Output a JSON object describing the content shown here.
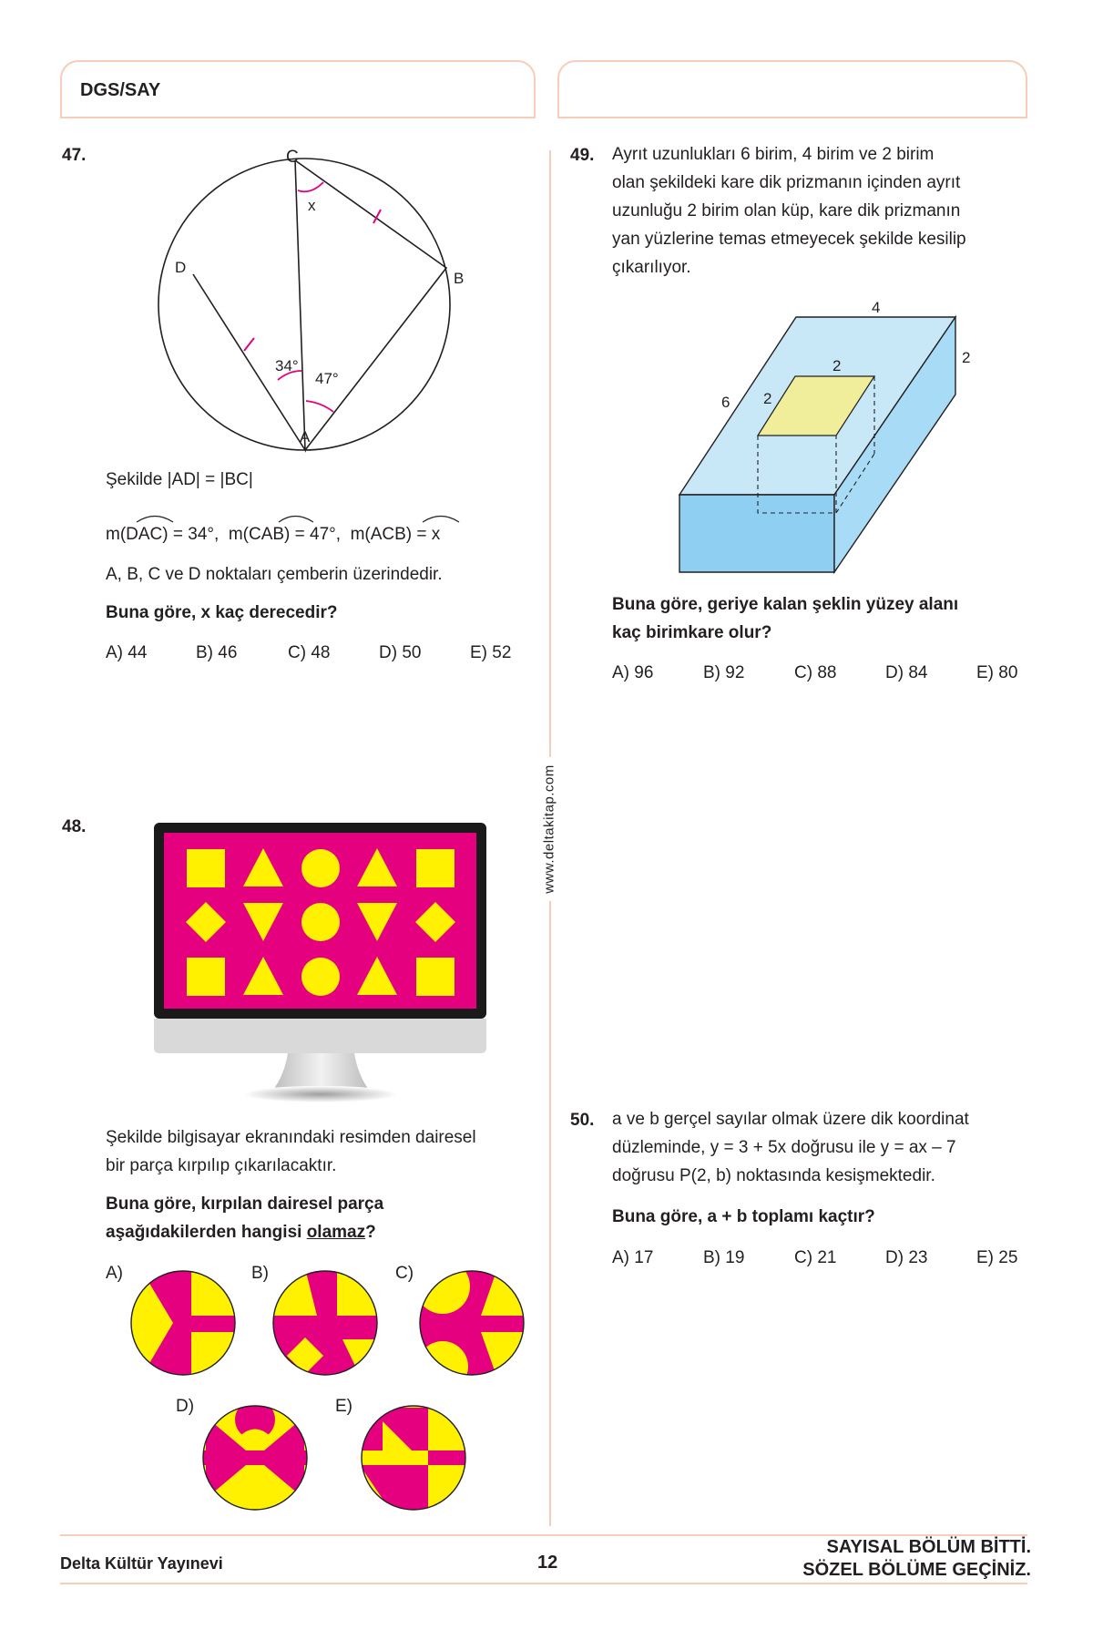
{
  "header": {
    "title": "DGS/SAY"
  },
  "side_url": "www.deltakitap.com",
  "q47": {
    "number": "47.",
    "labels": {
      "C": "C",
      "B": "B",
      "D": "D",
      "A": "A",
      "x": "x",
      "angle1": "34°",
      "angle2": "47°"
    },
    "line1": "Şekilde |AD| = |BC|",
    "line2": "m(DAC) = 34°,  m(CAB) = 47°,  m(ACB) = x",
    "line3": "A, B, C ve D noktaları çemberin üzerindedir.",
    "question": "Buna göre, x kaç derecedir?",
    "options": [
      "A) 44",
      "B) 46",
      "C) 48",
      "D) 50",
      "E) 52"
    ]
  },
  "q48": {
    "number": "48.",
    "text1": "Şekilde bilgisayar ekranındaki resimden dairesel",
    "text2": "bir parça kırpılıp çıkarılacaktır.",
    "question1": "Buna göre, kırpılan dairesel parça",
    "question2a": "aşağıdakilerden hangisi ",
    "question2u": "olamaz",
    "question2b": "?",
    "option_letters": [
      "A)",
      "B)",
      "C)",
      "D)",
      "E)"
    ],
    "colors": {
      "magenta": "#e4007f",
      "yellow": "#fff100",
      "bezel": "#1a1a1a",
      "stand": "#d9d9d9"
    }
  },
  "q49": {
    "number": "49.",
    "text": [
      "Ayrıt uzunlukları 6 birim, 4 birim ve 2 birim",
      "olan şekildeki kare dik prizmanın içinden ayrıt",
      "uzunluğu 2 birim olan küp, kare dik prizmanın",
      "yan yüzlerine temas etmeyecek şekilde kesilip",
      "çıkarılıyor."
    ],
    "dims": {
      "top": "4",
      "right": "2",
      "left": "6",
      "cube_top": "2",
      "cube_left": "2"
    },
    "question1": "Buna göre, geriye kalan şeklin yüzey alanı",
    "question2": "kaç birimkare olur?",
    "options": [
      "A) 96",
      "B) 92",
      "C) 88",
      "D) 84",
      "E) 80"
    ]
  },
  "q50": {
    "number": "50.",
    "text": [
      "a ve b gerçel sayılar olmak üzere dik koordinat",
      "düzleminde, y = 3 + 5x doğrusu ile y = ax – 7",
      "doğrusu P(2, b) noktasında kesişmektedir."
    ],
    "question": "Buna göre, a + b toplamı kaçtır?",
    "options": [
      "A) 17",
      "B) 19",
      "C) 21",
      "D) 23",
      "E) 25"
    ]
  },
  "footer": {
    "publisher": "Delta Kültür Yayınevi",
    "page": "12",
    "note1": "SAYISAL BÖLÜM BİTTİ.",
    "note2": "SÖZEL BÖLÜME GEÇİNİZ."
  }
}
